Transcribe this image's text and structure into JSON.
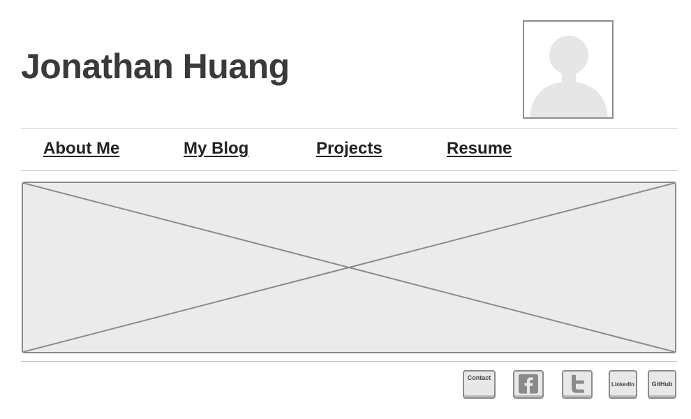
{
  "header": {
    "title": "Jonathan Huang",
    "avatar_icon": "user-silhouette-icon"
  },
  "nav": {
    "items": [
      {
        "label": "About Me"
      },
      {
        "label": "My Blog"
      },
      {
        "label": "Projects"
      },
      {
        "label": "Resume"
      }
    ]
  },
  "hero": {
    "image_icon": "image-placeholder-icon"
  },
  "footer": {
    "contact_label": "Contact",
    "facebook_icon": "facebook-icon",
    "twitter_icon": "twitter-icon",
    "linkedin_label": "LinkedIn",
    "github_label": "GitHub"
  },
  "colors": {
    "text": "#3a3a3a",
    "placeholder_fill": "#ebebeb",
    "border": "#8a8a8a",
    "rule": "#c4c4c4"
  }
}
